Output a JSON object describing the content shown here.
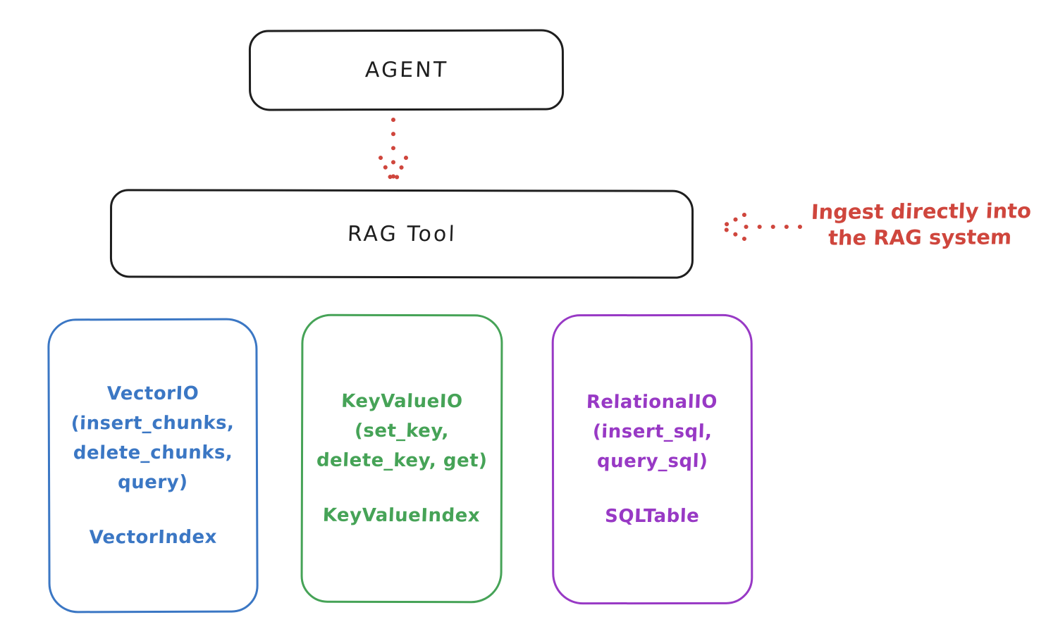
{
  "diagram": {
    "background_color": "#ffffff",
    "stroke_color_black": "#1e1e1e",
    "accent_red": "#cf463d",
    "nodes": {
      "agent": {
        "label": "AGENT",
        "color": "#1e1e1e"
      },
      "rag_tool": {
        "label": "RAG Tool",
        "color": "#1e1e1e"
      },
      "vector_io": {
        "color": "#3b77c4",
        "lines": [
          "VectorIO",
          "(insert_chunks,",
          "delete_chunks,",
          "query)"
        ],
        "footer": "VectorIndex"
      },
      "key_value_io": {
        "color": "#46a357",
        "lines": [
          "KeyValueIO",
          "(set_key,",
          "delete_key, get)"
        ],
        "footer": "KeyValueIndex"
      },
      "relational_io": {
        "color": "#9839c5",
        "lines": [
          "RelationalIO",
          "(insert_sql,",
          "query_sql)"
        ],
        "footer": "SQLTable"
      }
    },
    "annotation": {
      "color": "#cf463d",
      "lines": [
        "Ingest directly into",
        "the RAG system"
      ]
    },
    "arrows": {
      "agent_to_rag_tool": {
        "style": "dotted",
        "color": "#cf463d",
        "direction": "down"
      },
      "annotation_to_rag_tool": {
        "style": "dotted",
        "color": "#cf463d",
        "direction": "left"
      }
    }
  }
}
